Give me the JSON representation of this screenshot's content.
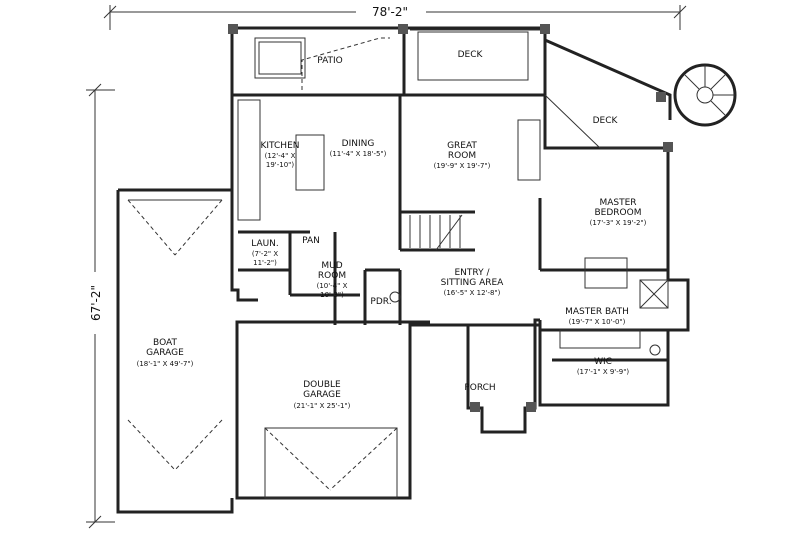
{
  "overall": {
    "width_dim": "78'-2\"",
    "depth_dim": "67'-2\""
  },
  "rooms": {
    "patio": "PATIO",
    "deck_top": "DECK",
    "deck_right": "DECK",
    "kitchen": {
      "name": "KITCHEN",
      "dim1": "(12'-4\" X",
      "dim2": "19'-10\")"
    },
    "dining": {
      "name": "DINING",
      "dim": "(11'-4\" X 18'-5\")"
    },
    "great_room": {
      "name1": "GREAT",
      "name2": "ROOM",
      "dim": "(19'-9\" X 19'-7\")"
    },
    "master_bedroom": {
      "name1": "MASTER",
      "name2": "BEDROOM",
      "dim": "(17'-3\" X 19'-2\")"
    },
    "laundry": {
      "name": "LAUN.",
      "dim1": "(7'-2\" X",
      "dim2": "11'-2\")"
    },
    "pantry": "PAN",
    "mud_room": {
      "name1": "MUD",
      "name2": "ROOM",
      "dim1": "(10'-4\" X",
      "dim2": "10'-3\")"
    },
    "powder": "PDR.",
    "entry": {
      "name1": "ENTRY /",
      "name2": "SITTING AREA",
      "dim": "(16'-5\" X 12'-8\")"
    },
    "master_bath": {
      "name": "MASTER BATH",
      "dim": "(19'-7\" X 10'-0\")"
    },
    "wic": {
      "name": "WIC",
      "dim": "(17'-1\" X 9'-9\")"
    },
    "porch": "PORCH",
    "boat_garage": {
      "name1": "BOAT",
      "name2": "GARAGE",
      "dim": "(18'-1\" X 49'-7\")"
    },
    "double_garage": {
      "name1": "DOUBLE",
      "name2": "GARAGE",
      "dim": "(21'-1\" X 25'-1\")"
    }
  }
}
